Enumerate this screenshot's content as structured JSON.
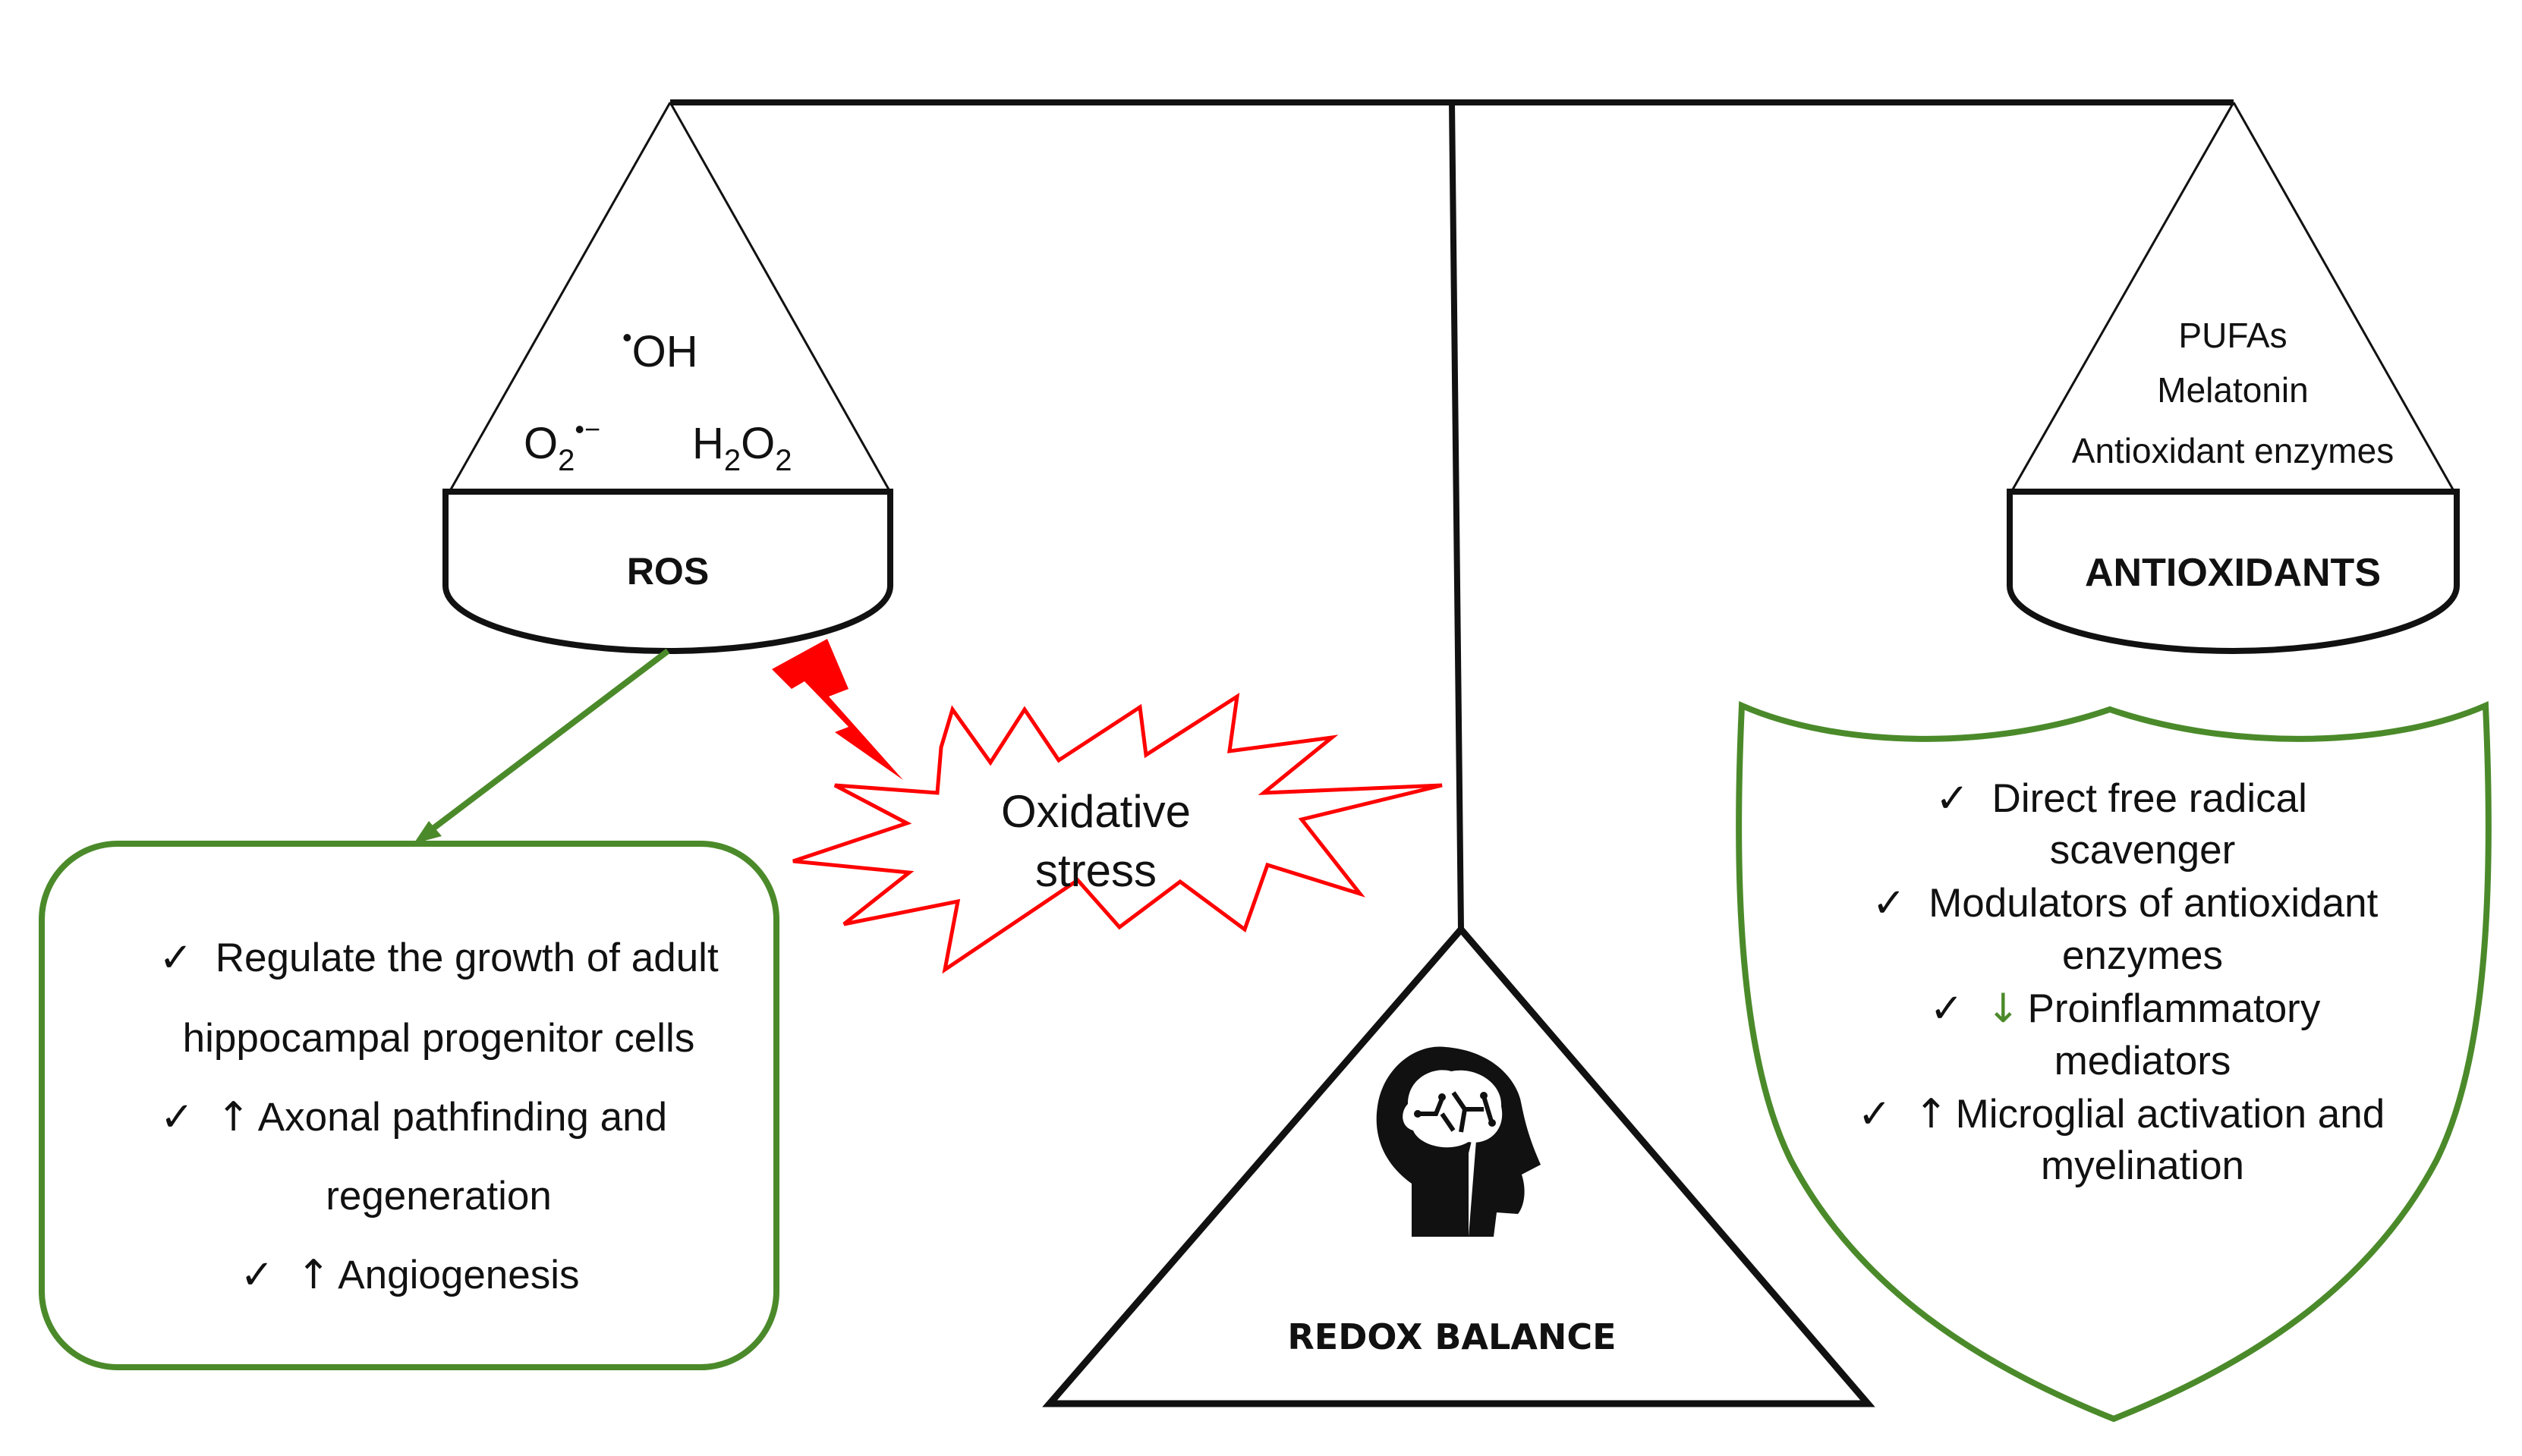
{
  "scale": {
    "ros_pan": {
      "label": "ROS",
      "species": {
        "hydroxyl": {
          "dot": "•",
          "formula": "OH"
        },
        "superoxide": {
          "base": "O",
          "sub": "2",
          "sup": "•−"
        },
        "peroxide": {
          "a": "H",
          "sub1": "2",
          "b": "O",
          "sub2": "2"
        }
      }
    },
    "antioxidant_pan": {
      "label": "ANTIOXIDANTS",
      "items": [
        "PUFAs",
        "Melatonin",
        "Antioxidant enzymes"
      ]
    },
    "base": {
      "label": "REDOX BALANCE",
      "icon": "brain-head-icon"
    }
  },
  "oxidative_stress": {
    "lines": [
      "Oxidative",
      "stress"
    ],
    "icon": "lightning-bolt-icon"
  },
  "ros_effects": {
    "check": "✓",
    "up": "↑",
    "lines": {
      "l1": "Regulate the growth of adult",
      "l2": "hippocampal progenitor cells",
      "l3": "Axonal pathfinding and",
      "l4": "regeneration",
      "l5": "Angiogenesis"
    }
  },
  "antioxidant_effects": {
    "check": "✓",
    "up": "↑",
    "down": "↓",
    "lines": {
      "l1": "Direct free radical",
      "l2": "scavenger",
      "l3": "Modulators of antioxidant",
      "l4": "enzymes",
      "l5": "Proinflammatory",
      "l6": "mediators",
      "l7": "Microglial activation and",
      "l8": "myelination"
    }
  },
  "colors": {
    "line": "#111111",
    "green": "#4b8a2a",
    "red": "#ff0000"
  }
}
